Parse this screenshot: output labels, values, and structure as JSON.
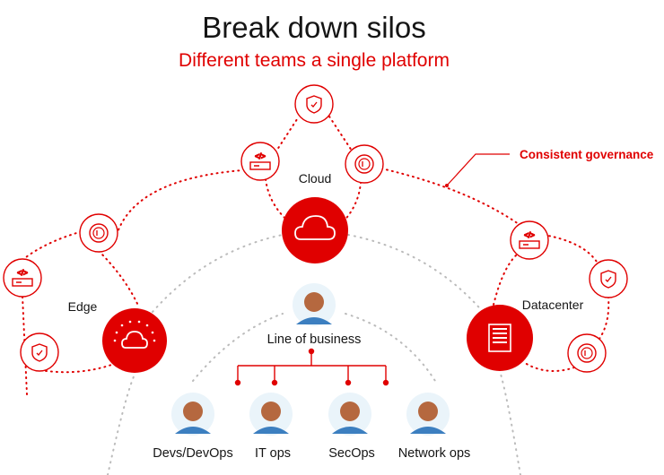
{
  "title": "Break down silos",
  "subtitle": "Different teams a single platform",
  "annotation": "Consistent governance",
  "hubs": {
    "cloud": "Cloud",
    "edge": "Edge",
    "datacenter": "Datacenter"
  },
  "center": "Line of business",
  "teams": [
    "Devs/DevOps",
    "IT ops",
    "SecOps",
    "Network ops"
  ],
  "colors": {
    "accent": "#e00000",
    "text": "#151515",
    "gray": "#b0b0b0"
  }
}
